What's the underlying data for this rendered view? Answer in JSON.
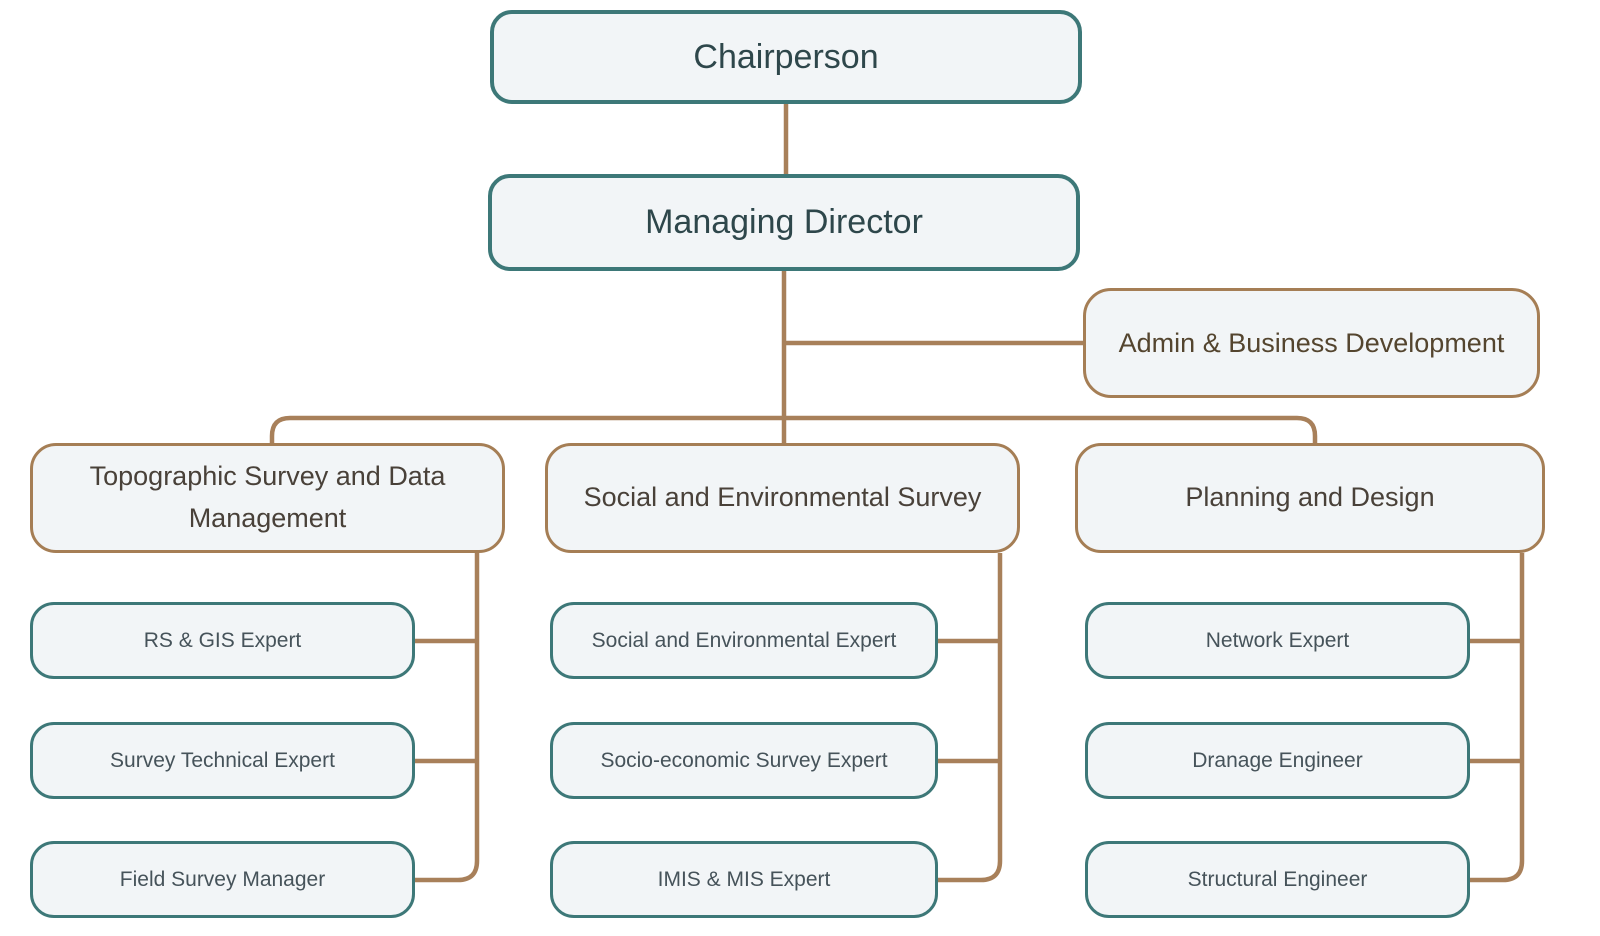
{
  "diagram": {
    "type": "org-chart",
    "nodes": {
      "chairperson": {
        "label": "Chairperson"
      },
      "managing_director": {
        "label": "Managing Director"
      },
      "admin": {
        "label": "Admin & Business Development"
      },
      "branches": [
        {
          "label": "Topographic Survey and Data Management",
          "children": [
            "RS & GIS Expert",
            "Survey Technical Expert",
            "Field Survey Manager"
          ]
        },
        {
          "label": "Social and Environmental Survey",
          "children": [
            "Social and Environmental Expert",
            "Socio-economic Survey Expert",
            "IMIS & MIS Expert"
          ]
        },
        {
          "label": "Planning and Design",
          "children": [
            "Network Expert",
            "Dranage Engineer",
            "Structural Engineer"
          ]
        }
      ]
    },
    "colors": {
      "teal_border": "#3D7878",
      "teal_text": "#2E474B",
      "leaf_text": "#46535A",
      "brown_border": "#A57E55",
      "brown_text": "#494139",
      "admin_text": "#54452F",
      "connector": "#A8805A",
      "box_fill": "#F2F5F7",
      "page_bg": "#FFFFFF"
    }
  }
}
